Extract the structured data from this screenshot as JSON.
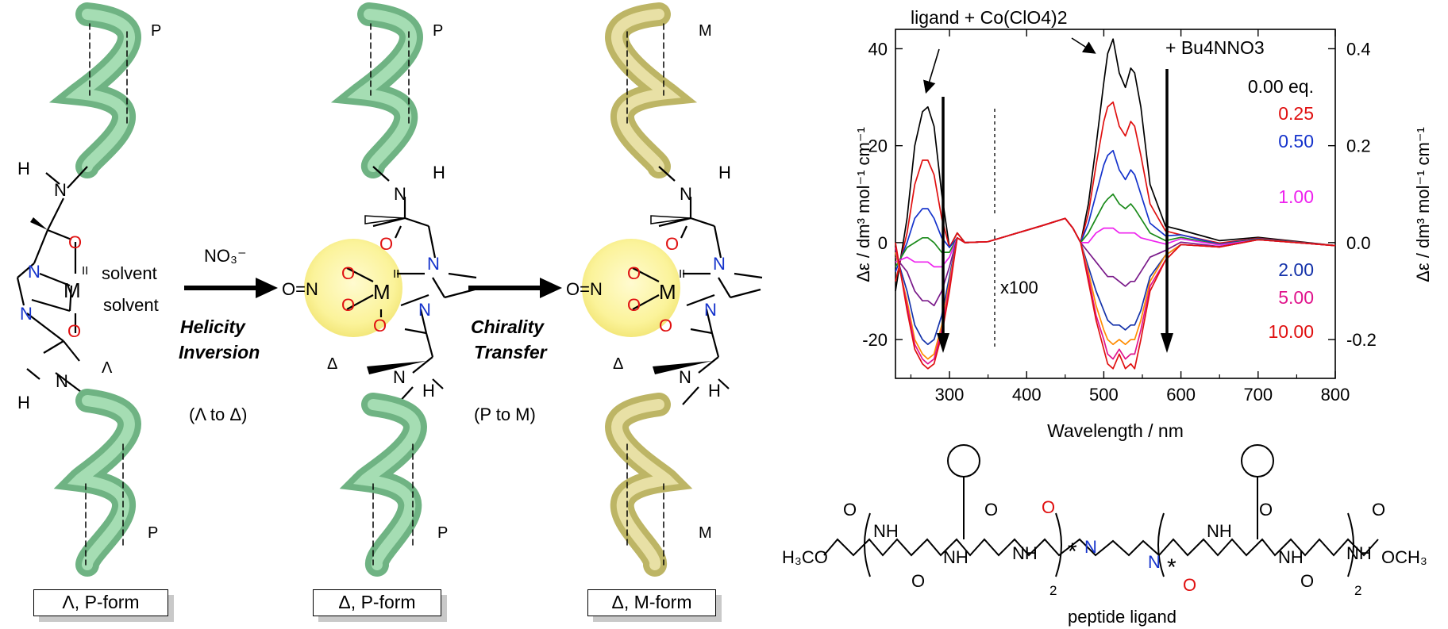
{
  "panels": [
    {
      "caption": "Λ, P-form",
      "helix_top": "P",
      "helix_bottom": "P",
      "metal_config": "Λ",
      "helix_color": "#8fcf9f"
    },
    {
      "caption": "Δ, P-form",
      "helix_top": "P",
      "helix_bottom": "P",
      "metal_config": "Δ",
      "helix_color": "#8fcf9f"
    },
    {
      "caption": "Δ, M-form",
      "helix_top": "M",
      "helix_bottom": "M",
      "metal_config": "Δ",
      "helix_color": "#dcd38a"
    }
  ],
  "complex_labels": {
    "H": "H",
    "N": "N",
    "O": "O",
    "M": "M",
    "II": "II",
    "solvent": "solvent",
    "nitrate_O": "O",
    "nitrate_eq": "O=N",
    "nitrate_O2": "O"
  },
  "steps": [
    {
      "reagent": "NO₃⁻",
      "title_line1": "Helicity",
      "title_line2": "Inversion",
      "subtitle": "(Λ to Δ)"
    },
    {
      "reagent": "",
      "title_line1": "Chirality",
      "title_line2": "Transfer",
      "subtitle": "(P to M)"
    }
  ],
  "colors": {
    "nitrogen": "#1533cc",
    "oxygen": "#e01010",
    "helix_green": "#8fcf9f",
    "helix_yellow": "#dcd38a"
  },
  "chart_data": {
    "type": "line",
    "xlabel": "Wavelength / nm",
    "ylabel_left": "Δε / dm³ mol⁻¹ cm⁻¹",
    "ylabel_right": "Δε / dm³ mol⁻¹ cm⁻¹",
    "xlim": [
      230,
      800
    ],
    "ylim_left": [
      -28,
      44
    ],
    "ylim_right": [
      -0.28,
      0.44
    ],
    "xticks": [
      300,
      400,
      500,
      600,
      700,
      800
    ],
    "yticks_left": [
      -20,
      0,
      20,
      40
    ],
    "yticks_right": [
      "-0.2",
      "0.0",
      "0.2",
      "0.4"
    ],
    "annotations": {
      "arrow1": "ligand + Co(ClO4)2",
      "arrow2": "+ Bu4NNO3",
      "scale": "x100"
    },
    "series": [
      {
        "name": "0.00 eq.",
        "color": "#000000",
        "x": [
          230,
          245,
          255,
          265,
          272,
          280,
          290,
          300,
          310,
          320,
          350,
          420,
          450,
          460,
          470,
          480,
          490,
          500,
          505,
          512,
          520,
          528,
          535,
          540,
          548,
          560,
          580,
          600,
          650,
          700,
          800
        ],
        "values": [
          -10,
          5,
          20,
          27,
          28,
          24,
          10,
          -1,
          2,
          0,
          0.2,
          3.5,
          5,
          3,
          0,
          8,
          20,
          33,
          39,
          42,
          35,
          32,
          36,
          35,
          28,
          12,
          4,
          2,
          1,
          0.5,
          0
        ]
      },
      {
        "name": "0.25",
        "color": "#e01010",
        "x": [
          230,
          245,
          255,
          265,
          272,
          280,
          290,
          300,
          310,
          320,
          350,
          420,
          450,
          460,
          470,
          480,
          490,
          500,
          505,
          512,
          520,
          528,
          535,
          540,
          548,
          560,
          580,
          600,
          650,
          700,
          800
        ],
        "values": [
          -8,
          2,
          12,
          17,
          17,
          14,
          5,
          -1,
          2,
          0,
          0.2,
          3.5,
          5,
          3,
          0,
          6,
          16,
          25,
          28,
          29,
          24,
          22,
          25,
          24,
          18,
          8,
          3,
          1,
          0.5,
          0.3,
          0
        ]
      },
      {
        "name": "0.50",
        "color": "#1533cc",
        "x": [
          230,
          245,
          255,
          265,
          272,
          280,
          290,
          300,
          310,
          320,
          350,
          420,
          450,
          460,
          470,
          480,
          490,
          500,
          505,
          512,
          520,
          528,
          535,
          540,
          548,
          560,
          580,
          600,
          650,
          700,
          800
        ],
        "values": [
          -6,
          0,
          5,
          7,
          7,
          5,
          1,
          -1,
          1,
          0,
          0.2,
          3.5,
          5,
          3,
          0,
          4,
          10,
          16,
          18,
          19,
          15,
          13,
          15,
          14,
          10,
          4,
          2,
          1,
          0.3,
          0.2,
          0
        ]
      },
      {
        "name": "",
        "color": "#1a8a1a",
        "x": [
          230,
          245,
          255,
          265,
          272,
          280,
          290,
          300,
          310,
          320,
          350,
          420,
          450,
          460,
          470,
          480,
          490,
          500,
          505,
          512,
          520,
          528,
          535,
          540,
          548,
          560,
          580,
          600,
          650,
          700,
          800
        ],
        "values": [
          -5,
          -1,
          0,
          1,
          1,
          0,
          -2,
          -2,
          1,
          0,
          0.2,
          3.5,
          5,
          3,
          0,
          2,
          5,
          8,
          9,
          10,
          8,
          7,
          8,
          7,
          5,
          2,
          1,
          0.5,
          0.2,
          0.1,
          0
        ]
      },
      {
        "name": "1.00",
        "color": "#ee22ee",
        "x": [
          230,
          245,
          255,
          265,
          272,
          280,
          290,
          300,
          310,
          320,
          350,
          420,
          450,
          460,
          470,
          480,
          490,
          500,
          505,
          512,
          520,
          528,
          535,
          540,
          548,
          560,
          580,
          600,
          650,
          700,
          800
        ],
        "values": [
          -4,
          -3,
          -4,
          -4,
          -4,
          -5,
          -5,
          -3,
          1,
          0,
          0.2,
          3.5,
          5,
          3,
          0,
          0,
          2,
          3,
          3,
          3,
          2,
          2,
          2,
          2,
          1,
          0.5,
          0.3,
          0.2,
          0.1,
          0,
          0
        ]
      },
      {
        "name": "",
        "color": "#7a1a8a",
        "x": [
          230,
          245,
          255,
          265,
          272,
          280,
          290,
          300,
          310,
          320,
          350,
          420,
          450,
          460,
          470,
          480,
          490,
          500,
          505,
          512,
          520,
          528,
          535,
          540,
          548,
          560,
          580,
          600,
          650,
          700,
          800
        ],
        "values": [
          -3,
          -6,
          -10,
          -12,
          -12,
          -13,
          -10,
          -5,
          1,
          0,
          0.2,
          3.5,
          5,
          3,
          0,
          -2,
          -4,
          -6,
          -7,
          -7,
          -8,
          -9,
          -8,
          -8,
          -6,
          -3,
          -1,
          -0.5,
          -0.2,
          0,
          0
        ]
      },
      {
        "name": "2.00",
        "color": "#1533aa",
        "x": [
          230,
          245,
          255,
          265,
          272,
          280,
          290,
          300,
          310,
          320,
          350,
          420,
          450,
          460,
          470,
          480,
          490,
          500,
          505,
          512,
          520,
          528,
          535,
          540,
          548,
          560,
          580,
          600,
          650,
          700,
          800
        ],
        "values": [
          -2,
          -10,
          -17,
          -20,
          -21,
          -20,
          -15,
          -7,
          1,
          0,
          0.2,
          3.5,
          5,
          3,
          0,
          -5,
          -10,
          -14,
          -16,
          -17,
          -17,
          -18,
          -17,
          -17,
          -14,
          -7,
          -2,
          -1,
          -0.3,
          0,
          0
        ]
      },
      {
        "name": "",
        "color": "#ff8c00",
        "x": [
          230,
          245,
          255,
          265,
          272,
          280,
          290,
          300,
          310,
          320,
          350,
          420,
          450,
          460,
          470,
          480,
          490,
          500,
          505,
          512,
          520,
          528,
          535,
          540,
          548,
          560,
          580,
          600,
          650,
          700,
          800
        ],
        "values": [
          -2,
          -12,
          -20,
          -23,
          -24,
          -23,
          -17,
          -8,
          1,
          0,
          0.2,
          3.5,
          5,
          3,
          0,
          -6,
          -13,
          -18,
          -20,
          -21,
          -20,
          -21,
          -20,
          -20,
          -16,
          -8,
          -2,
          -1,
          -0.3,
          0,
          0
        ]
      },
      {
        "name": "5.00",
        "color": "#e0148c",
        "x": [
          230,
          245,
          255,
          265,
          272,
          280,
          290,
          300,
          310,
          320,
          350,
          420,
          450,
          460,
          470,
          480,
          490,
          500,
          505,
          512,
          520,
          528,
          535,
          540,
          548,
          560,
          580,
          600,
          650,
          700,
          800
        ],
        "values": [
          -1,
          -13,
          -21,
          -24,
          -25,
          -24,
          -18,
          -9,
          1,
          0,
          0.2,
          3.5,
          5,
          3,
          0,
          -7,
          -15,
          -20,
          -23,
          -24,
          -22,
          -24,
          -23,
          -23,
          -18,
          -9,
          -3,
          -1,
          -0.3,
          0,
          0
        ]
      },
      {
        "name": "10.00",
        "color": "#e01010",
        "x": [
          230,
          245,
          255,
          265,
          272,
          280,
          290,
          300,
          310,
          320,
          350,
          420,
          450,
          460,
          470,
          480,
          490,
          500,
          505,
          512,
          520,
          528,
          535,
          540,
          548,
          560,
          580,
          600,
          650,
          700,
          800
        ],
        "values": [
          0,
          -14,
          -22,
          -25,
          -26,
          -25,
          -19,
          -10,
          1,
          0,
          0.2,
          3.5,
          5,
          3,
          0,
          -8,
          -16,
          -22,
          -25,
          -26,
          -23,
          -26,
          -25,
          -26,
          -20,
          -10,
          -3,
          -1,
          -0.3,
          0,
          0
        ]
      }
    ]
  },
  "structure": {
    "left_group": "H₃CO",
    "repeat_subscript": "2",
    "stereo_mark": "*",
    "label": "peptide ligand",
    "nh": "NH",
    "h": "H",
    "o": "O",
    "n": "N",
    "och3": "OCH₃"
  }
}
